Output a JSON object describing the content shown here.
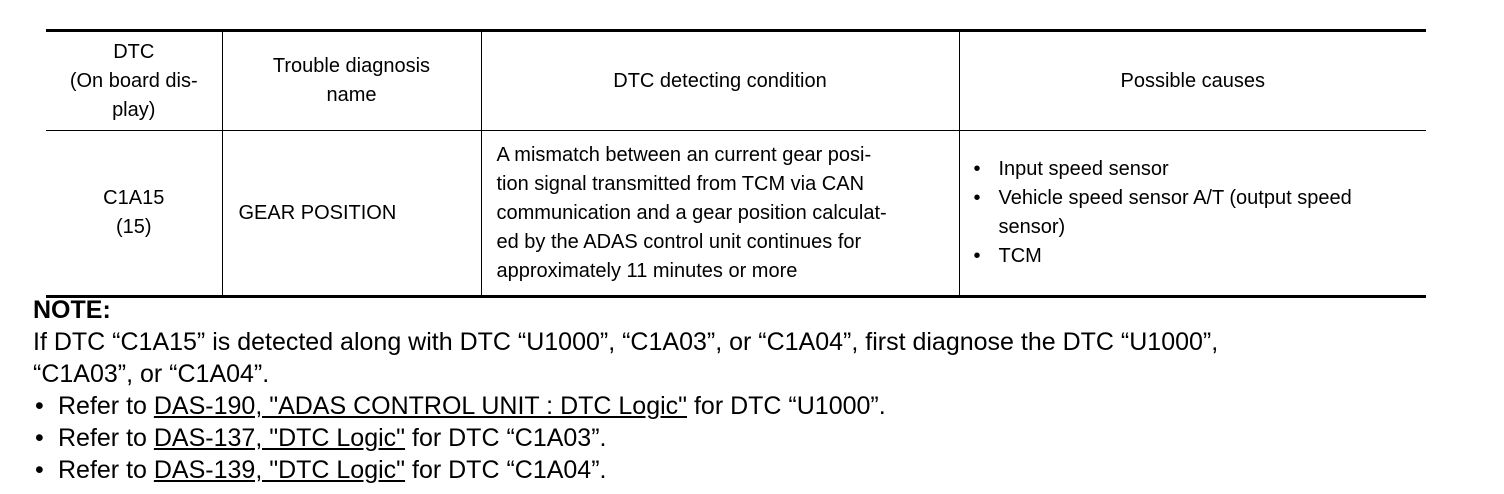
{
  "table": {
    "headers": {
      "dtc": [
        "DTC",
        "(On board dis-",
        "play)"
      ],
      "name": [
        "Trouble diagnosis",
        "name"
      ],
      "condition": "DTC detecting condition",
      "causes": "Possible causes"
    },
    "row": {
      "dtc_code": "C1A15",
      "dtc_display": "(15)",
      "name": "GEAR POSITION",
      "condition": [
        "A mismatch between an current gear posi-",
        "tion signal transmitted from TCM via CAN",
        "communication and a gear position calculat-",
        "ed by the ADAS control unit continues for",
        "approximately 11 minutes or more"
      ],
      "causes": [
        [
          "Input speed sensor"
        ],
        [
          "Vehicle speed sensor A/T (output speed",
          "sensor)"
        ],
        [
          "TCM"
        ]
      ]
    }
  },
  "note": {
    "title": "NOTE:",
    "text": [
      "If DTC “C1A15” is detected along with DTC “U1000”, “C1A03”, or “C1A04”, first diagnose the DTC “U1000”,",
      "“C1A03”, or “C1A04”."
    ],
    "refs": [
      {
        "prefix": "Refer to ",
        "link": "DAS-190, \"ADAS CONTROL UNIT : DTC Logic\"",
        "suffix": " for DTC “U1000”."
      },
      {
        "prefix": "Refer to ",
        "link": "DAS-137, \"DTC Logic\"",
        "suffix": " for DTC “C1A03”."
      },
      {
        "prefix": "Refer to ",
        "link": "DAS-139, \"DTC Logic\"",
        "suffix": " for DTC “C1A04”."
      }
    ]
  }
}
